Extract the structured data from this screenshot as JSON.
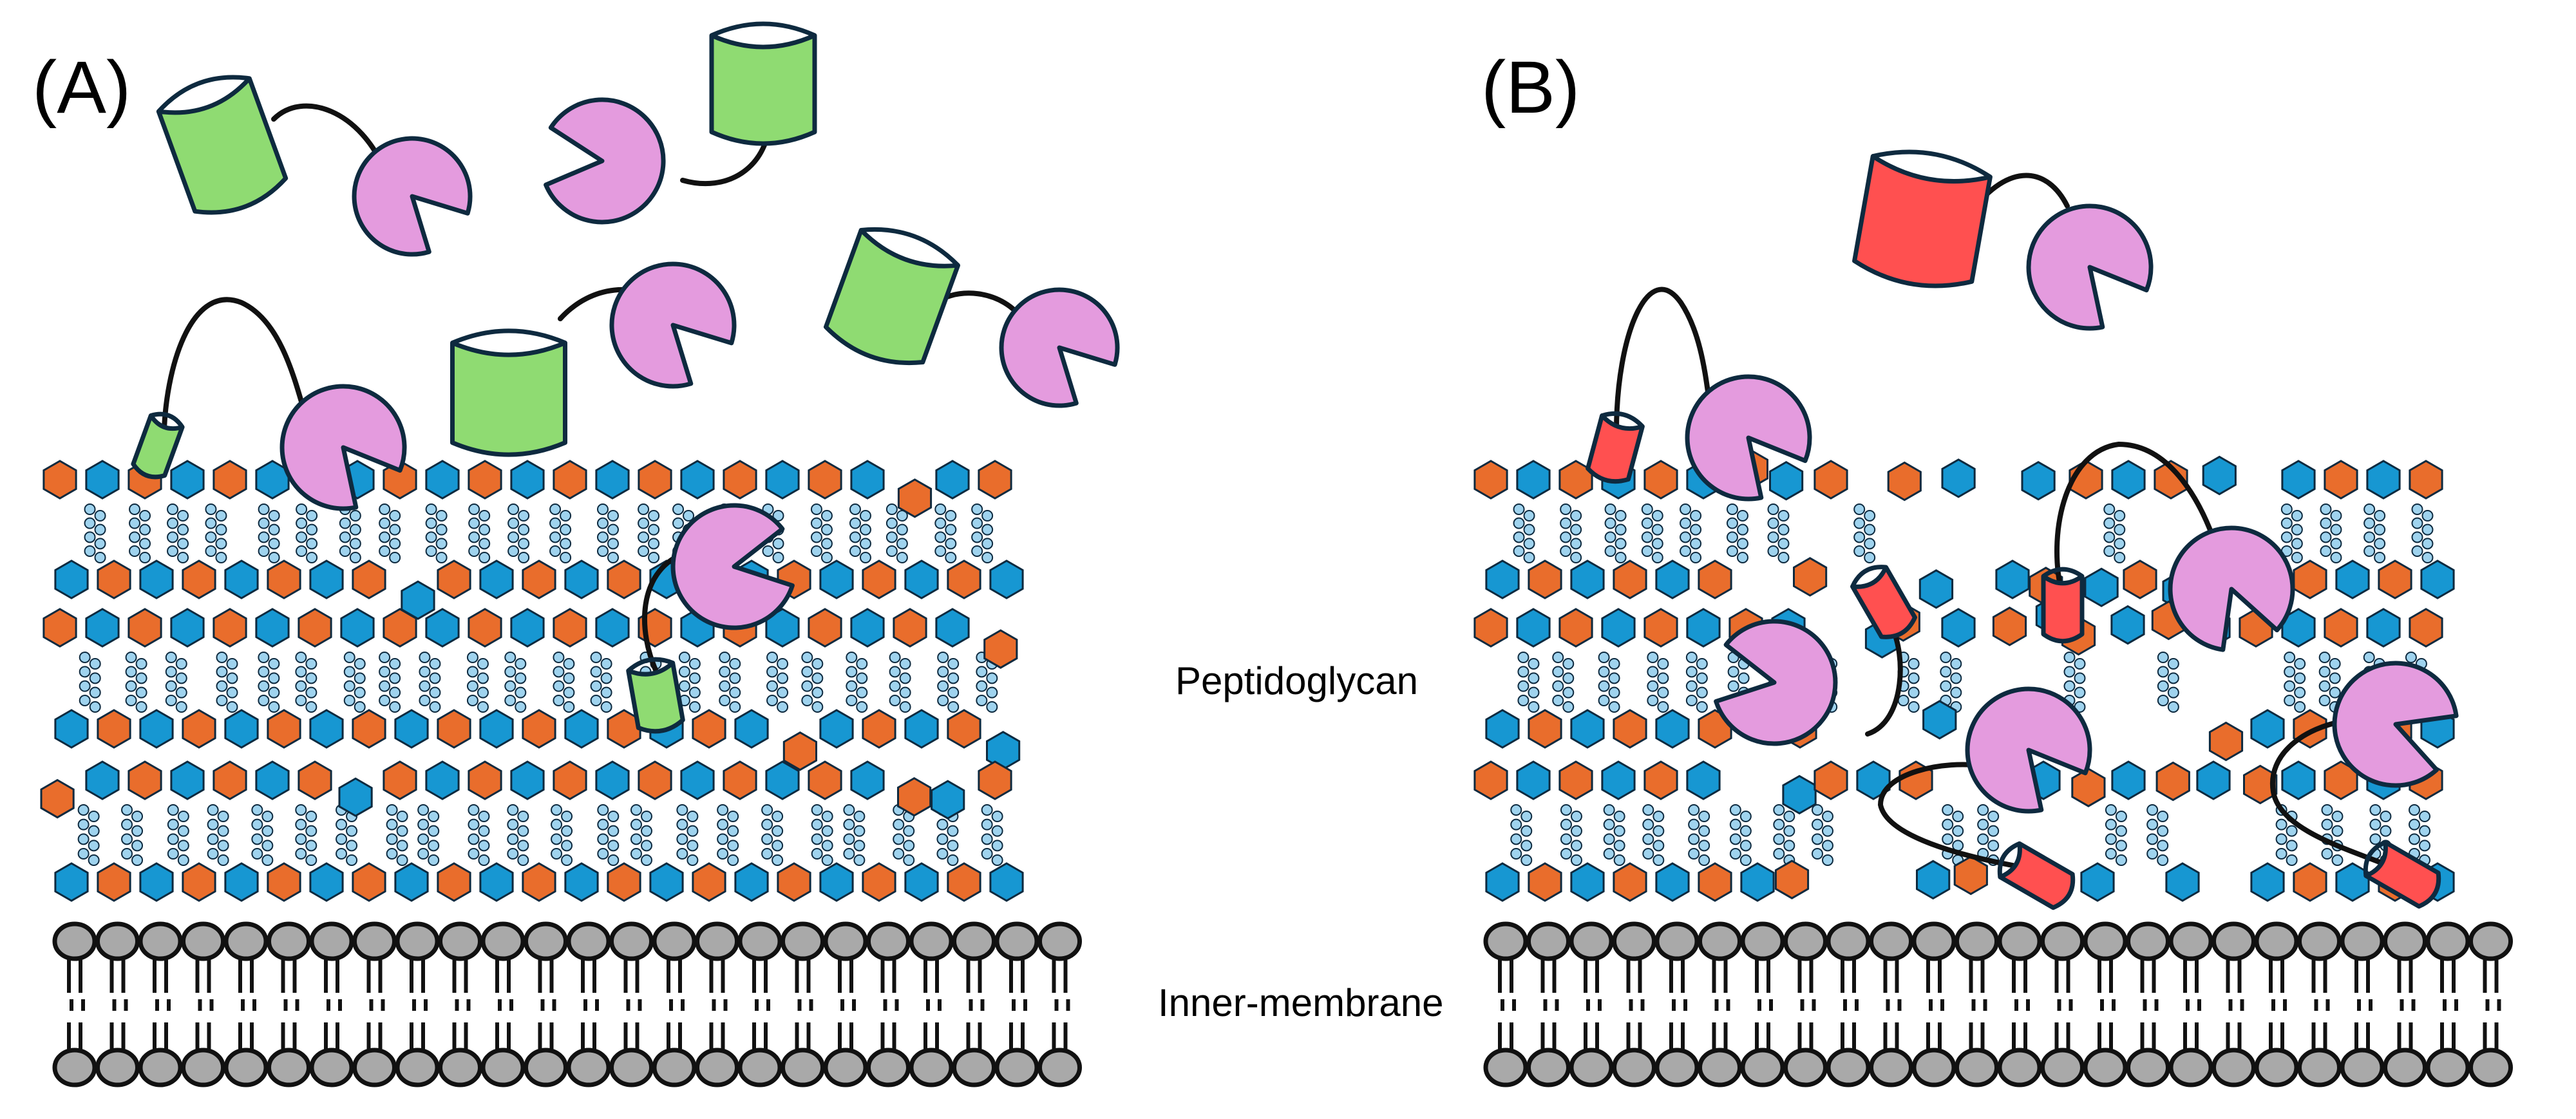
{
  "panels": [
    {
      "id": "A",
      "label": "(A)"
    },
    {
      "id": "B",
      "label": "(B)"
    }
  ],
  "labels": {
    "peptidoglycan": "Peptidoglycan",
    "inner_membrane": "Inner-membrane"
  },
  "colors": {
    "glycan_orange": "#E96D2C",
    "glycan_blue": "#1797D2",
    "crosslink_bead": "#9FD3EE",
    "binding_domain_a": "#8FDB72",
    "binding_domain_b": "#FF5050",
    "catalytic_domain": "#E49BDE",
    "lipid_head": "#A9A9A9",
    "outline": "#0E2A3F"
  },
  "icons": {
    "binding_domain": "cylinder-shape",
    "catalytic_domain": "pacman-shape",
    "glycan_unit": "hexagon-shape",
    "lipid": "phospholipid-shape"
  }
}
